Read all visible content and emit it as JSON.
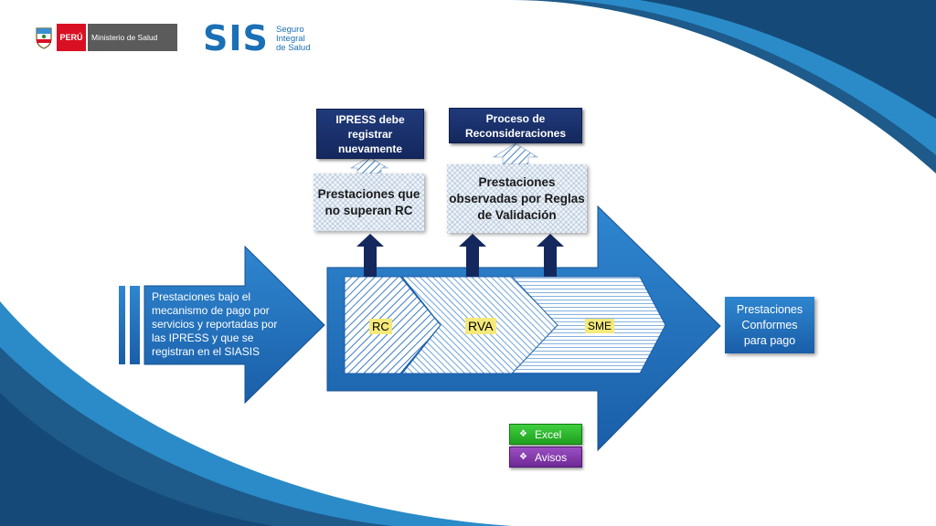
{
  "header": {
    "peru_label": "PERÚ",
    "ministry_label": "Ministerio de Salud",
    "sis_label": "SIS",
    "sis_subtitle_1": "Seguro",
    "sis_subtitle_2": "Integral",
    "sis_subtitle_3": "de Salud"
  },
  "boxes": {
    "ipress": "IPRESS debe registrar nuevamente",
    "reconsideraciones": "Proceso de Reconsideraciones",
    "no_superan": "Prestaciones que no superan RC",
    "observadas": "Prestaciones observadas por Reglas de Validación",
    "input": "Prestaciones  bajo el mecanismo de pago por servicios y  reportadas por las IPRESS y que se registran en el SIASIS",
    "output": "Prestaciones Conformes para pago"
  },
  "stages": {
    "rc": "RC",
    "rva": "RVA",
    "sme": "SME"
  },
  "buttons": {
    "excel": "Excel",
    "avisos": "Avisos"
  },
  "colors": {
    "arrow_blue": "#1f6fb8",
    "navy": "#1a2f6c",
    "excel_green": "#2bb52b",
    "avisos_purple": "#7a35a3"
  }
}
